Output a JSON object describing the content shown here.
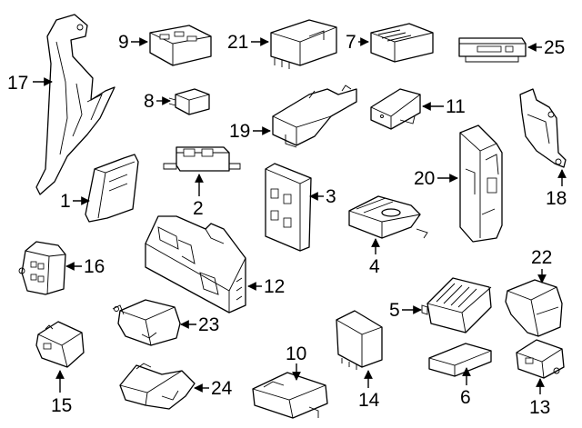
{
  "parts": [
    {
      "number": "1"
    },
    {
      "number": "2"
    },
    {
      "number": "3"
    },
    {
      "number": "4"
    },
    {
      "number": "5"
    },
    {
      "number": "6"
    },
    {
      "number": "7"
    },
    {
      "number": "8"
    },
    {
      "number": "9"
    },
    {
      "number": "10"
    },
    {
      "number": "11"
    },
    {
      "number": "12"
    },
    {
      "number": "13"
    },
    {
      "number": "14"
    },
    {
      "number": "15"
    },
    {
      "number": "16"
    },
    {
      "number": "17"
    },
    {
      "number": "18"
    },
    {
      "number": "19"
    },
    {
      "number": "20"
    },
    {
      "number": "21"
    },
    {
      "number": "22"
    },
    {
      "number": "23"
    },
    {
      "number": "24"
    },
    {
      "number": "25"
    }
  ]
}
